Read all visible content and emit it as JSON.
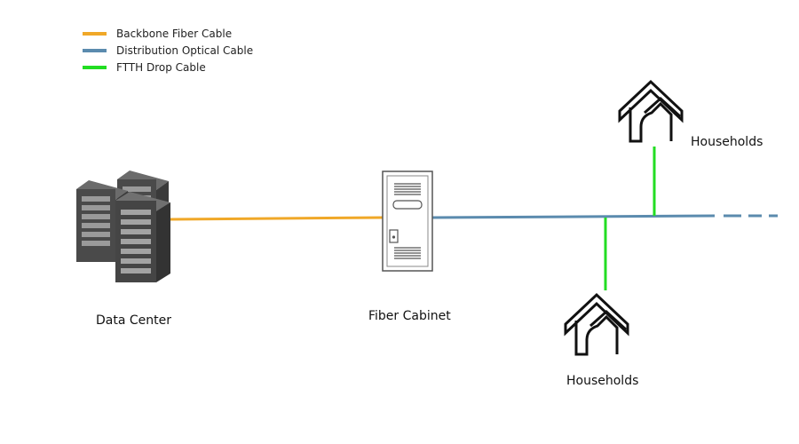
{
  "legend": [
    {
      "label": "Backbone Fiber Cable",
      "color": "#F0A828"
    },
    {
      "label": "Distribution Optical Cable",
      "color": "#5B8BAE"
    },
    {
      "label": "FTTH Drop Cable",
      "color": "#22DD22"
    }
  ],
  "nodes": {
    "data_center": {
      "label": "Data Center",
      "icon": "server-rack-icon"
    },
    "fiber_cabinet": {
      "label": "Fiber Cabinet",
      "icon": "fiber-cabinet-icon"
    },
    "households_top": {
      "label": "Households",
      "icon": "house-icon"
    },
    "households_bottom": {
      "label": "Households",
      "icon": "house-icon"
    }
  }
}
